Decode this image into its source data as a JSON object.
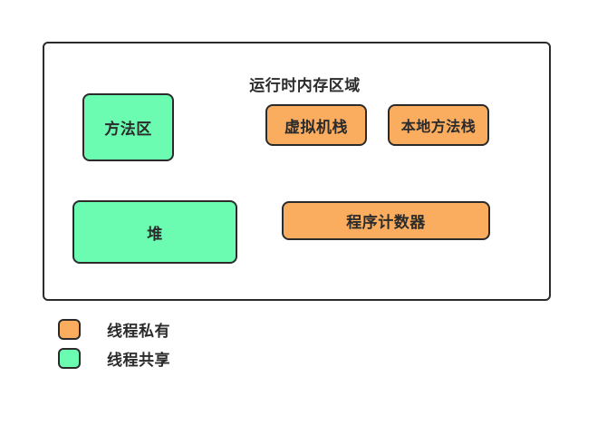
{
  "diagram": {
    "title": "运行时内存区域",
    "boxes": [
      {
        "label": "方法区",
        "type": "thread_shared"
      },
      {
        "label": "虚拟机栈",
        "type": "thread_private"
      },
      {
        "label": "本地方法栈",
        "type": "thread_private"
      },
      {
        "label": "堆",
        "type": "thread_shared"
      },
      {
        "label": "程序计数器",
        "type": "thread_private"
      }
    ]
  },
  "legend": {
    "items": [
      {
        "label": "线程私有",
        "color": "#fbad5f"
      },
      {
        "label": "线程共享",
        "color": "#6bfcb1"
      }
    ]
  },
  "colors": {
    "thread_private": "#fbad5f",
    "thread_shared": "#6bfcb1",
    "ink": "#2b2b2b",
    "background": "#ffffff"
  }
}
